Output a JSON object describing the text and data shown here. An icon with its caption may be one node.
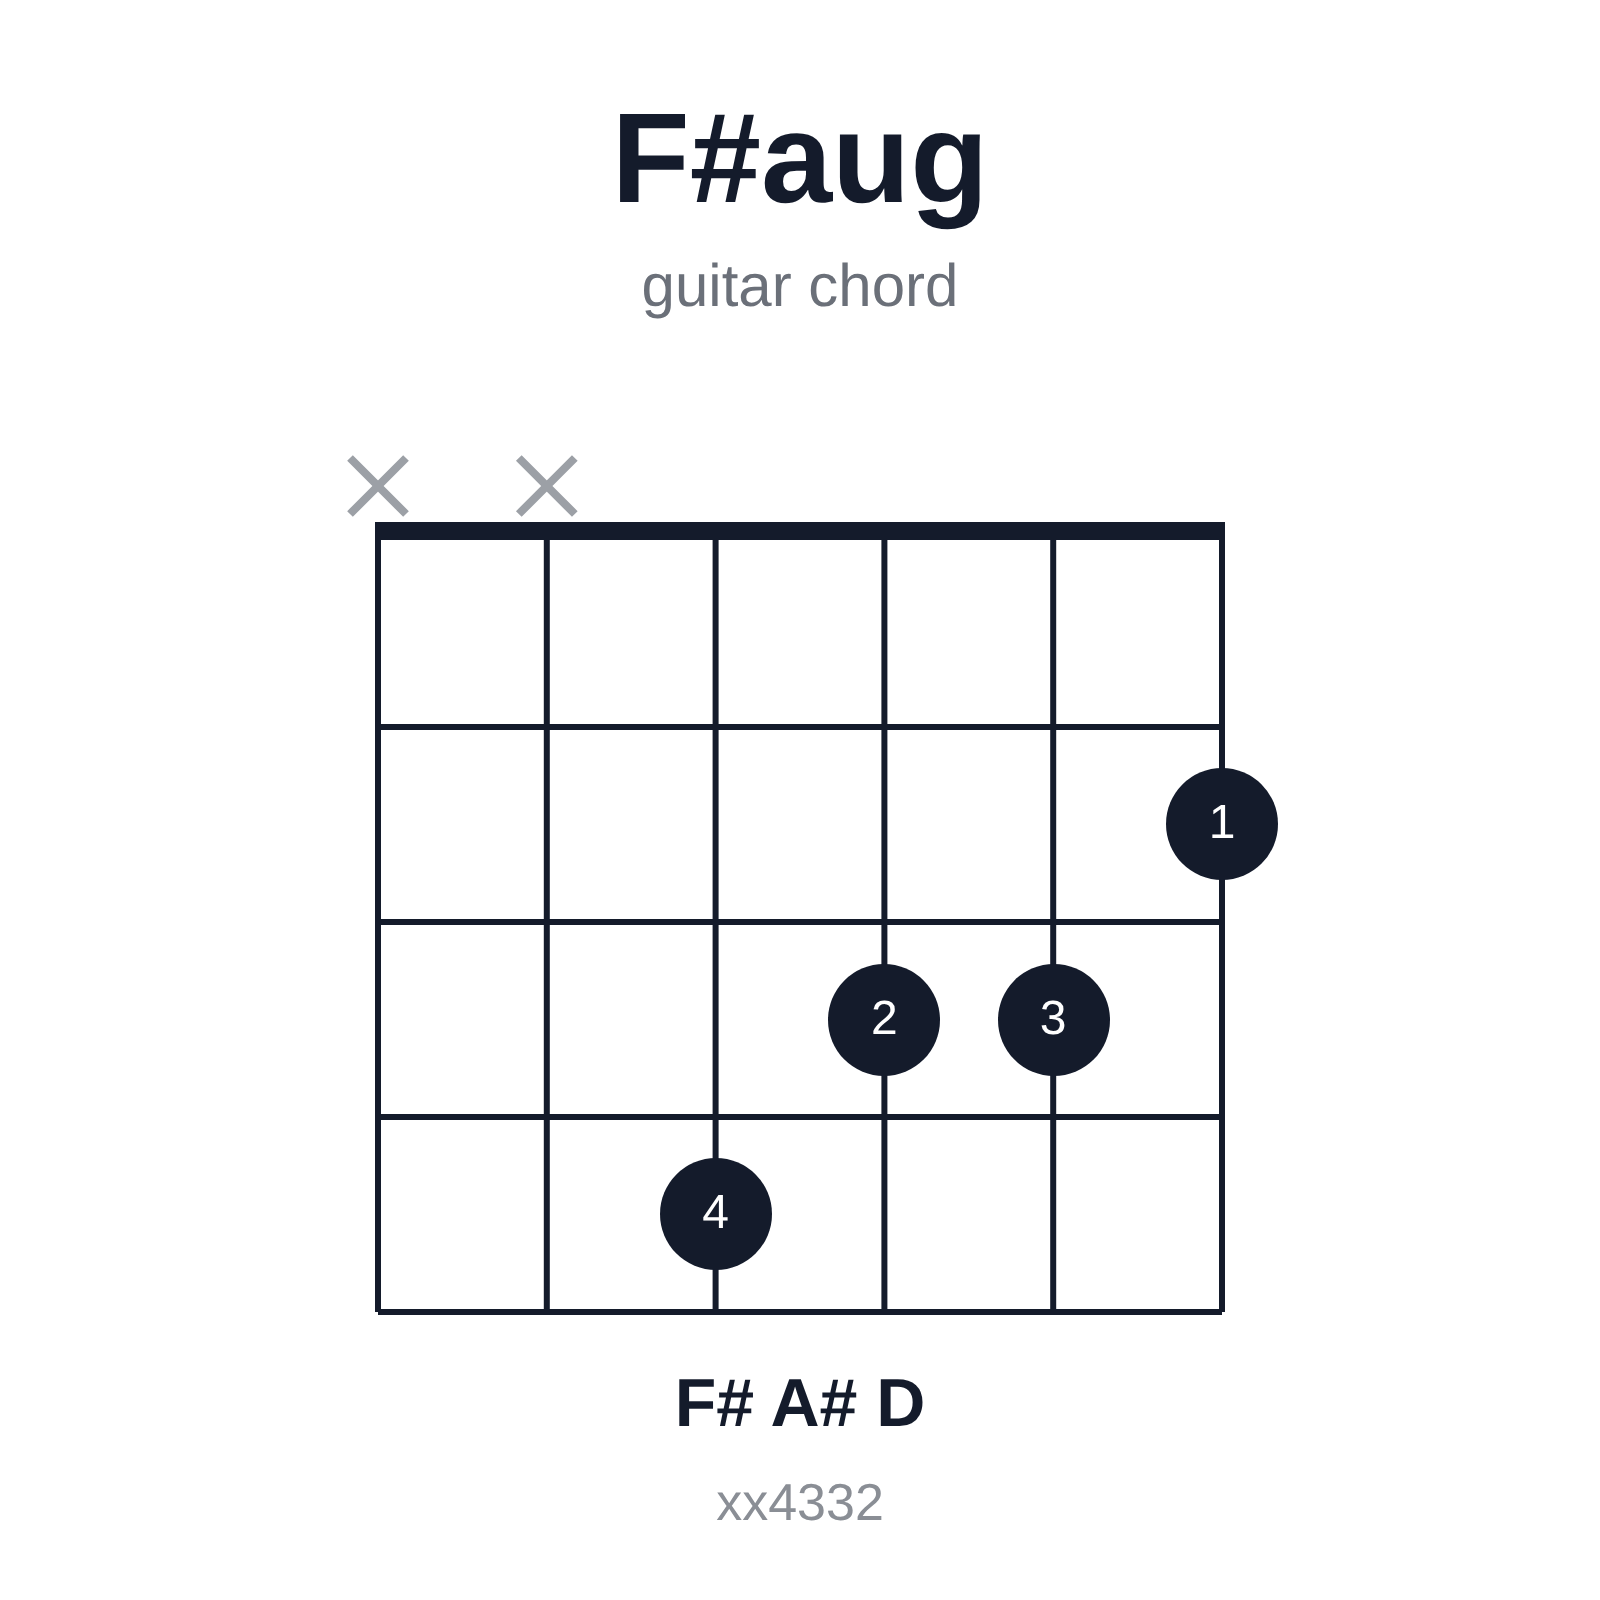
{
  "diagram": {
    "title": "F#aug",
    "nodes": [
      {
        "text": [
          "1"
        ]
      },
      {
        "text": [
          "2"
        ]
      },
      {
        "text": [
          "3"
        ]
      },
      {
        "text": [
          "4"
        ]
      }
    ],
    "labels": [
      "guitar chord",
      "F# A# D",
      "xx4332"
    ]
  }
}
